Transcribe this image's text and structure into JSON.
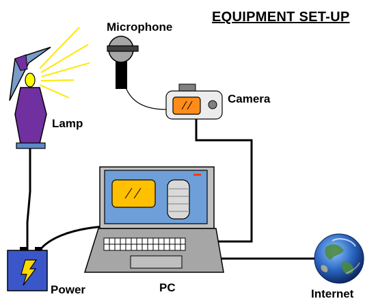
{
  "title": "EQUIPMENT SET-UP",
  "labels": {
    "microphone": "Microphone",
    "camera": "Camera",
    "lamp": "Lamp",
    "power": "Power",
    "pc": "PC",
    "internet": "Internet"
  },
  "colors": {
    "lamp_shade": "#7a9cc8",
    "lamp_body": "#7030a0",
    "lamp_base": "#5b89c9",
    "bulb": "#ffff00",
    "light_rays": "#ffe800",
    "screen": "#6f9fd8",
    "window_orange": "#ffc000",
    "camera_lens": "#ff8c1a",
    "power_box": "#3a56c8",
    "bolt": "#ffd700",
    "laptop_gray": "#a6a6a6",
    "cable": "#000000"
  },
  "icons": [
    "lamp-icon",
    "microphone-icon",
    "camera-icon",
    "laptop-icon",
    "power-supply-icon",
    "lightning-bolt-icon",
    "globe-icon"
  ]
}
